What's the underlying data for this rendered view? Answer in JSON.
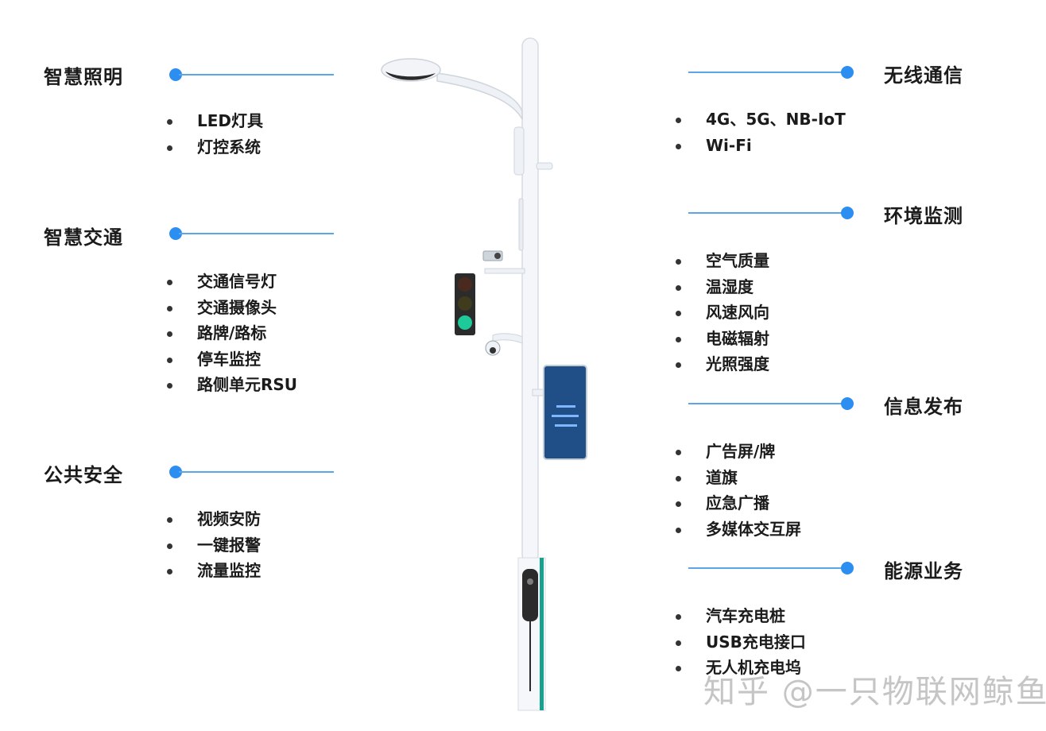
{
  "left_sections": [
    {
      "title": "智慧照明",
      "items": [
        "LED灯具",
        "灯控系统"
      ]
    },
    {
      "title": "智慧交通",
      "items": [
        "交通信号灯",
        "交通摄像头",
        "路牌/路标",
        "停车监控",
        "路侧单元RSU"
      ]
    },
    {
      "title": "公共安全",
      "items": [
        "视频安防",
        "一键报警",
        "流量监控"
      ]
    }
  ],
  "right_sections": [
    {
      "title": "无线通信",
      "items": [
        "4G、5G、NB-IoT",
        "Wi-Fi"
      ]
    },
    {
      "title": "环境监测",
      "items": [
        "空气质量",
        "温湿度",
        "风速风向",
        "电磁辐射",
        "光照强度"
      ]
    },
    {
      "title": "信息发布",
      "items": [
        "广告屏/牌",
        "道旗",
        "应急广播",
        "多媒体交互屏"
      ]
    },
    {
      "title": "能源业务",
      "items": [
        "汽车充电桩",
        "USB充电接口",
        "无人机充电坞"
      ]
    }
  ],
  "watermark": "知乎 @一只物联网鲸鱼",
  "colors": {
    "connector_line": "#5aa6e6",
    "dot": "#2b8ef0",
    "charger_stripe": "#1aa08e",
    "screen": "#1f4f86",
    "traffic_light_green": "#1ec99a"
  }
}
